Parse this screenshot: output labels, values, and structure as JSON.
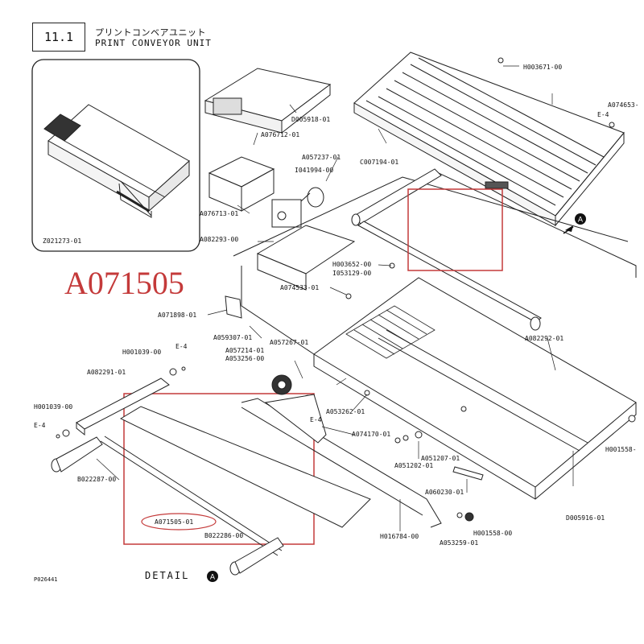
{
  "header": {
    "section_number": "11.1",
    "title_jp": "プリントコンベアユニット",
    "title_en": "PRINT CONVEYOR UNIT"
  },
  "highlight_code": "A071505",
  "highlight_color": "#c43a3a",
  "inset_part": "Z021273-01",
  "detail_label": "DETAIL",
  "detail_marker": "A",
  "drawing_code": "P026441",
  "part_labels": {
    "h003671": "H003671-00",
    "a074653": "A074653-",
    "e4_top": "E-4",
    "d005918": "D005918-01",
    "a076712": "A076712-01",
    "a057237": "A057237-01",
    "i041994": "I041994-00",
    "c007194": "C007194-01",
    "a076713": "A076713-01",
    "a082293": "A082293-00",
    "h003652": "H003652-00",
    "i053129": "I053129-00",
    "a074533": "A074533-01",
    "a071898": "A071898-01",
    "a059307": "A059307-01",
    "a057267": "A057267-01",
    "a057214": "A057214-01",
    "a053256": "A053256-00",
    "h001039_a": "H001039-00",
    "e4_a": "E-4",
    "a082291": "A082291-01",
    "h001039_b": "H001039-00",
    "e4_b": "E-4",
    "a082292": "A082292-01",
    "e4_c": "E-4",
    "a053262": "A053262-01",
    "a074170": "A074170-01",
    "a051207": "A051207-01",
    "a051202": "A051202-01",
    "h001558_a": "H001558-",
    "b022287": "B022287-00",
    "a060230": "A060230-01",
    "a071505": "A071505-01",
    "b022286": "B022286-00",
    "h016784": "H016784-00",
    "h001558_b": "H001558-00",
    "a053259": "A053259-01",
    "d005916": "D005916-01"
  }
}
